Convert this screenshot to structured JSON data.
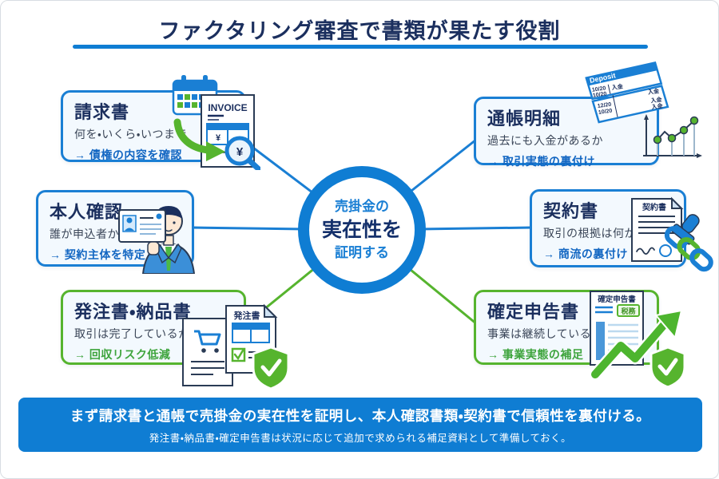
{
  "title": "ファクタリング審査で書類が果たす役割",
  "colors": {
    "navy": "#1b2f5e",
    "blue_accent": "#0f7dd3",
    "green_accent": "#56b42e",
    "box_bg": "#f3f9fe",
    "banner_bg": "#0f7dd3",
    "result_blue": "#1266c2",
    "result_green": "#3da43c"
  },
  "center": {
    "line1": "売掛金の",
    "line2": "実在性を",
    "line3": "証明する"
  },
  "boxes": [
    {
      "id": "invoice",
      "title": "請求書",
      "question": "何を・いくら・いつまで",
      "result": "→ 債権の内容を確認",
      "accent": "blue"
    },
    {
      "id": "identity",
      "title": "本人確認",
      "question": "誰が申込者か",
      "result": "→ 契約主体を特定",
      "accent": "blue"
    },
    {
      "id": "order",
      "title": "発注書・納品書",
      "question": "取引は完了しているか",
      "result": "→ 回収リスク低減",
      "accent": "green"
    },
    {
      "id": "bankbook",
      "title": "通帳明細",
      "question": "過去にも入金があるか",
      "result": "→ 取引実態の裏付け",
      "accent": "blue"
    },
    {
      "id": "contract",
      "title": "契約書",
      "question": "取引の根拠は何か",
      "result": "→ 商流の裏付け",
      "accent": "blue"
    },
    {
      "id": "tax",
      "title": "確定申告書",
      "question": "事業は継続しているか",
      "result": "→ 事業実態の補足",
      "accent": "green"
    }
  ],
  "icons": {
    "invoice_label": "INVOICE",
    "yen": "¥",
    "deposit_label": "Deposit",
    "deposit_dates": [
      "10/20",
      "10/20",
      "12/20",
      "10/20"
    ],
    "deposit_entry": "入金",
    "contract_doc_label": "契約書",
    "order_doc_label": "発注書",
    "tax_doc_label": "確定申告書",
    "tax_badge": "税務"
  },
  "banner": {
    "line1": "まず請求書と通帳で売掛金の実在性を証明し、本人確認書類・契約書で信頼性を裏付ける。",
    "line2": "発注書・納品書・確定申告書は状況に応じて追加で求められる補足資料として準備しておく。"
  }
}
